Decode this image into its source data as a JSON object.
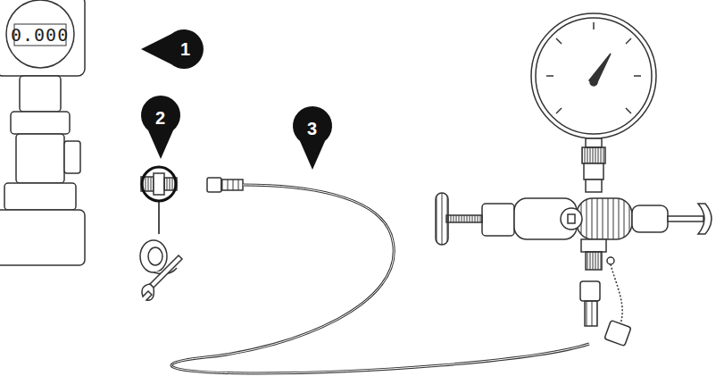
{
  "diagram": {
    "labels": [
      "0.000",
      "1",
      "2",
      "3"
    ]
  }
}
